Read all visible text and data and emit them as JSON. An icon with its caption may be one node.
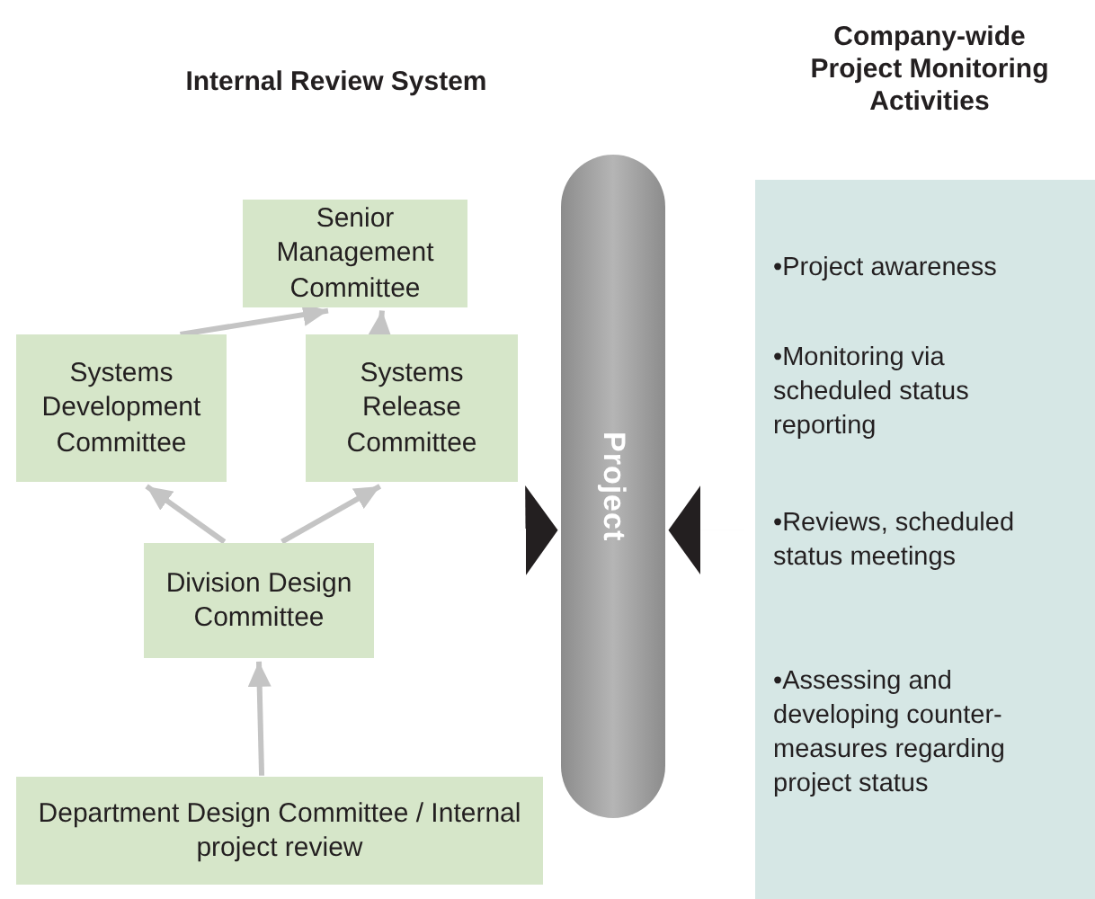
{
  "diagram": {
    "nodes": [
      {
        "text": [
          "Senior Management Committee"
        ]
      },
      {
        "text": [
          "Systems Development Committee"
        ]
      },
      {
        "text": [
          "Systems Release Committee"
        ]
      },
      {
        "text": [
          "Division Design Committee"
        ]
      },
      {
        "text": [
          "Department Design Committee / Internal project review"
        ]
      },
      {
        "text": [
          "Project"
        ]
      },
      {
        "text": [
          "Company-wide Project Monitoring Activities",
          "•Project awareness",
          "•Monitoring via scheduled status reporting",
          "•Reviews, scheduled status meetings",
          "•Assessing and developing counter-measures regarding project status"
        ]
      }
    ],
    "edges": [
      {
        "from": 1,
        "to": 0,
        "arrow": "to"
      },
      {
        "from": 2,
        "to": 0,
        "arrow": "to"
      },
      {
        "from": 3,
        "to": 1,
        "arrow": "to"
      },
      {
        "from": 3,
        "to": 2,
        "arrow": "to"
      },
      {
        "from": 4,
        "to": 3,
        "arrow": "to"
      },
      {
        "from": null,
        "to": 5,
        "arrow": "to",
        "color": "#231f20"
      },
      {
        "from": 6,
        "to": 5,
        "arrow": "to",
        "color": "#231f20"
      }
    ],
    "labels": [
      "Internal Review System"
    ]
  }
}
